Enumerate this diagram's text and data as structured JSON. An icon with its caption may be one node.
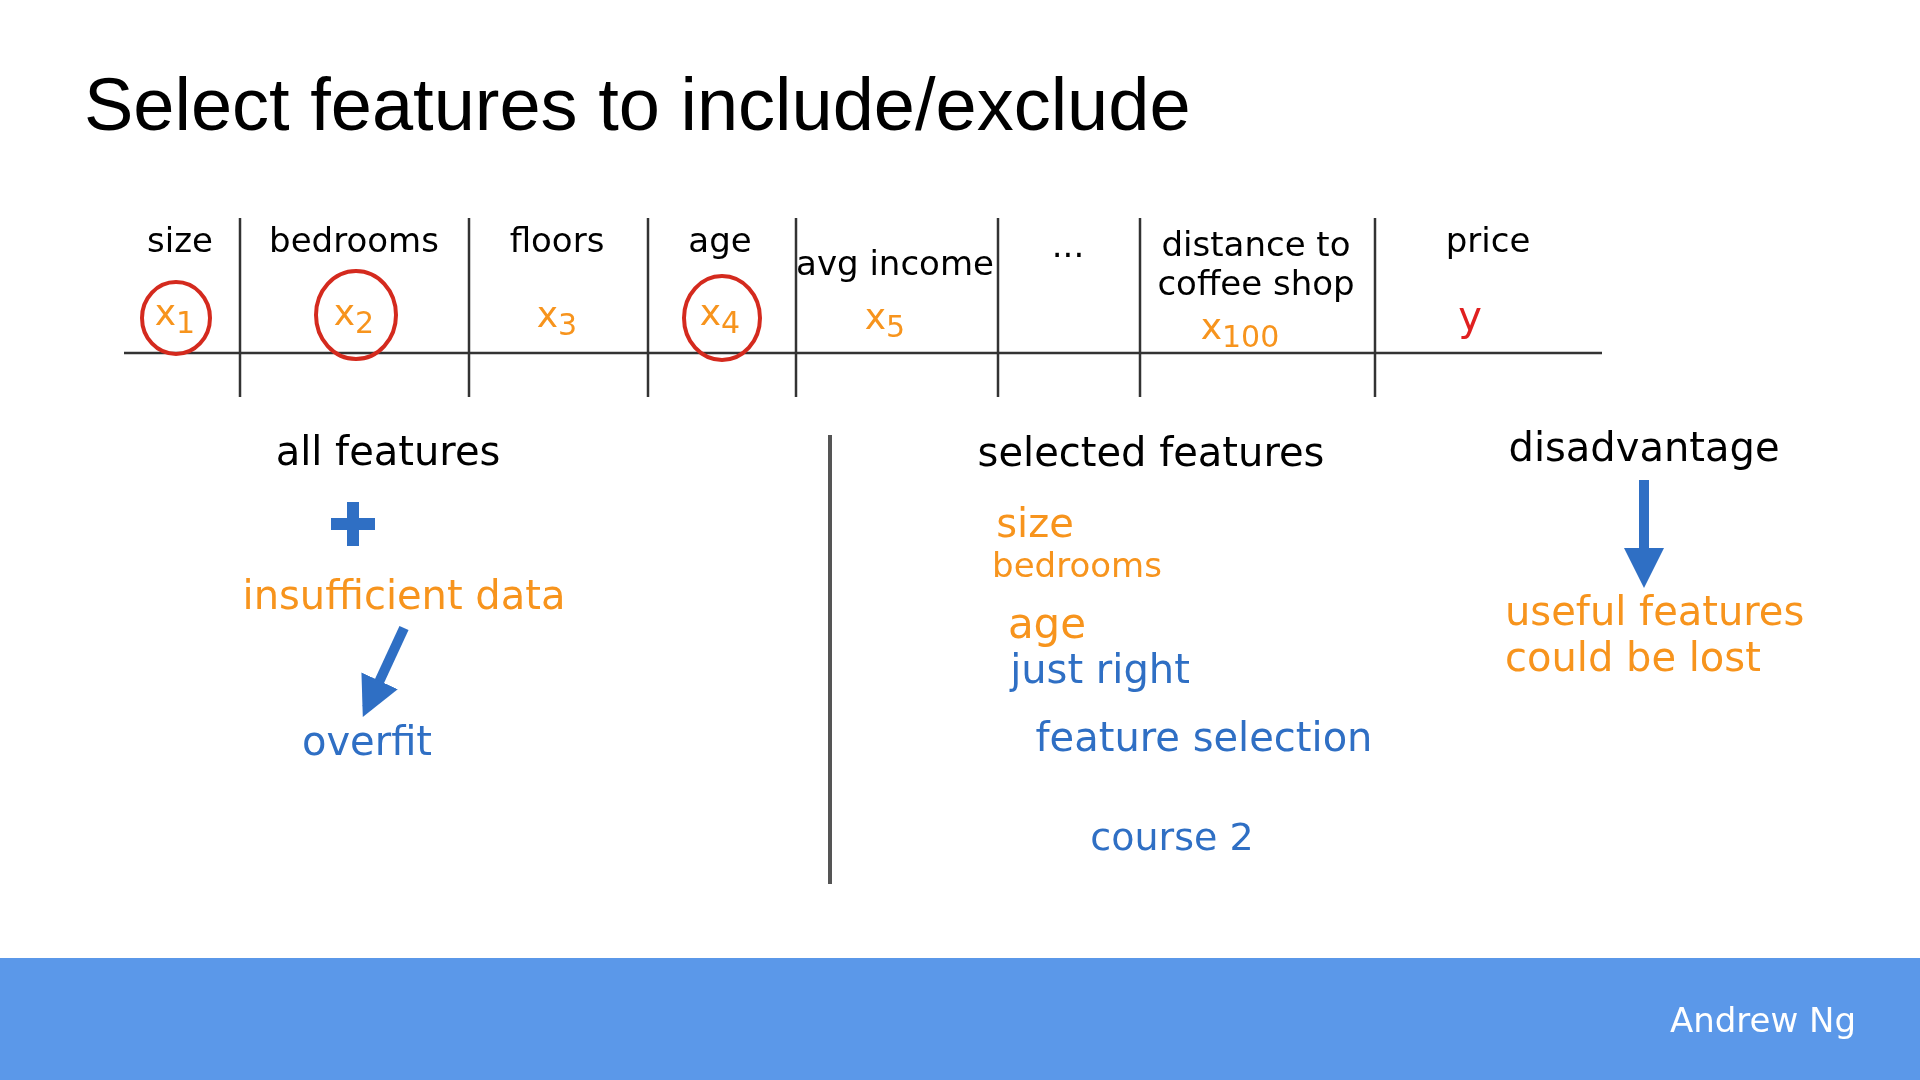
{
  "diagram": {
    "title": "Select features to include/exclude",
    "nodes": [
      {
        "text": [
          "all features"
        ]
      },
      {
        "text": [
          "insufficient data"
        ]
      },
      {
        "text": [
          "overfit"
        ]
      },
      {
        "text": [
          "disadvantage"
        ]
      },
      {
        "text": [
          "useful features could be lost"
        ]
      }
    ],
    "edges": [
      {
        "from": 1,
        "to": 2,
        "arrow": "to"
      },
      {
        "from": 3,
        "to": 4,
        "arrow": "to"
      }
    ],
    "labels": [
      "size",
      "bedrooms",
      "floors",
      "age",
      "avg income",
      "...",
      "distance to coffee shop",
      "price",
      "x$_{1}$",
      "x$_{2}$",
      "x$_{3}$",
      "x$_{4}$",
      "x$_{5}$",
      "x$_{100}$",
      "y",
      "selected features",
      "size",
      "bedrooms",
      "age",
      "just right",
      "feature selection",
      "course 2",
      "Andrew Ng"
    ]
  }
}
